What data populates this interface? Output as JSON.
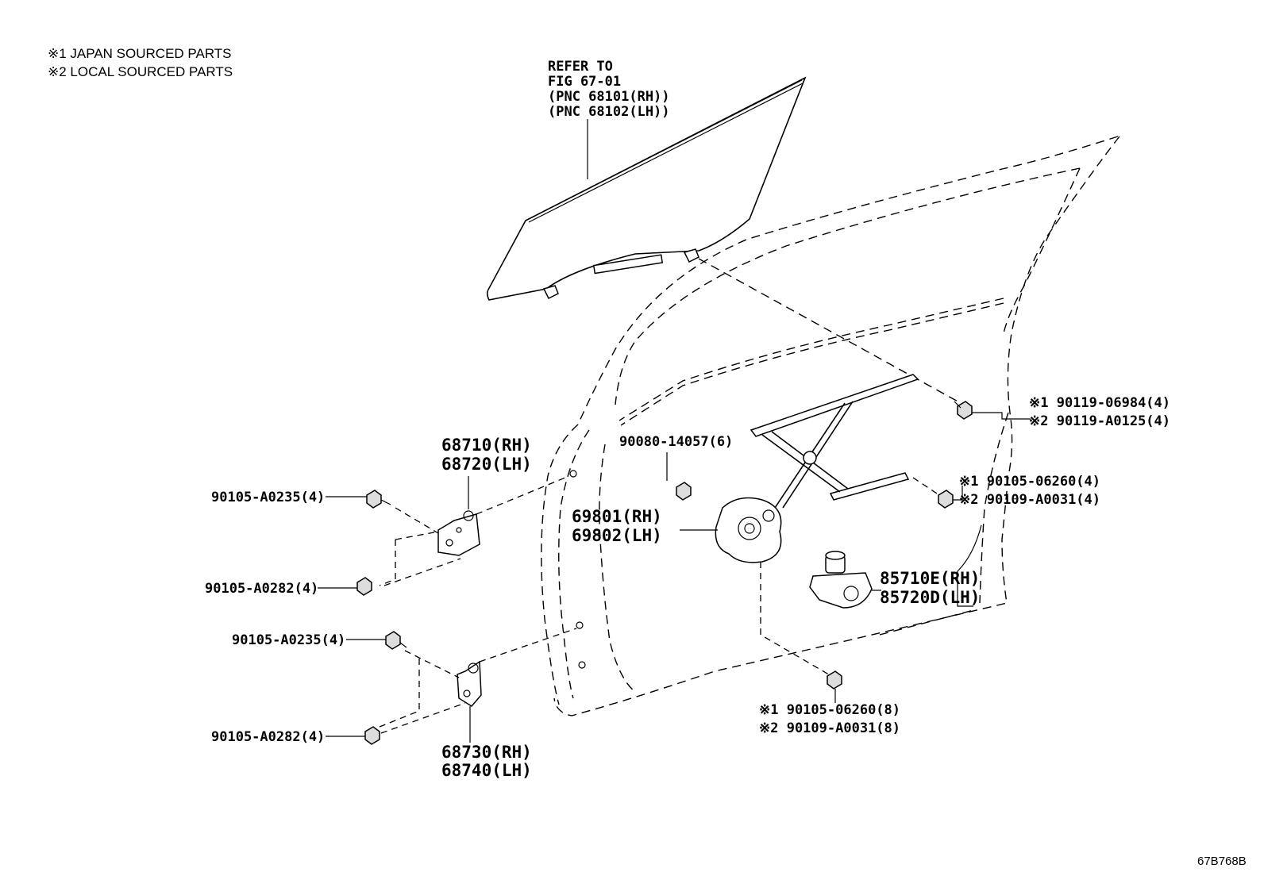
{
  "legend": {
    "note1": "※1 JAPAN SOURCED PARTS",
    "note2": "※2 LOCAL SOURCED PARTS"
  },
  "refer": {
    "line1": "REFER TO",
    "line2": "FIG 67-01",
    "line3": "(PNC 68101(RH))",
    "line4": "(PNC 68102(LH))"
  },
  "labels": {
    "bolt_top_j": "※1 90119-06984(4)",
    "bolt_top_l": "※2 90119-A0125(4)",
    "bolt_mid_j": "※1 90105-06260(4)",
    "bolt_mid_l": "※2 90109-A0031(4)",
    "bolt_low_j": "※1 90105-06260(8)",
    "bolt_low_l": "※2 90109-A0031(8)",
    "clip": "90080-14057(6)",
    "reg_rh": "69801(RH)",
    "reg_lh": "69802(LH)",
    "motor_rh": "85710E(RH)",
    "motor_lh": "85720D(LH)",
    "hinge_up_rh": "68710(RH)",
    "hinge_up_lh": "68720(LH)",
    "hinge_lo_rh": "68730(RH)",
    "hinge_lo_lh": "68740(LH)",
    "bolt_a": "90105-A0235(4)",
    "bolt_b": "90105-A0282(4)",
    "bolt_c": "90105-A0235(4)",
    "bolt_d": "90105-A0282(4)"
  },
  "diagram_code": "67B768B"
}
